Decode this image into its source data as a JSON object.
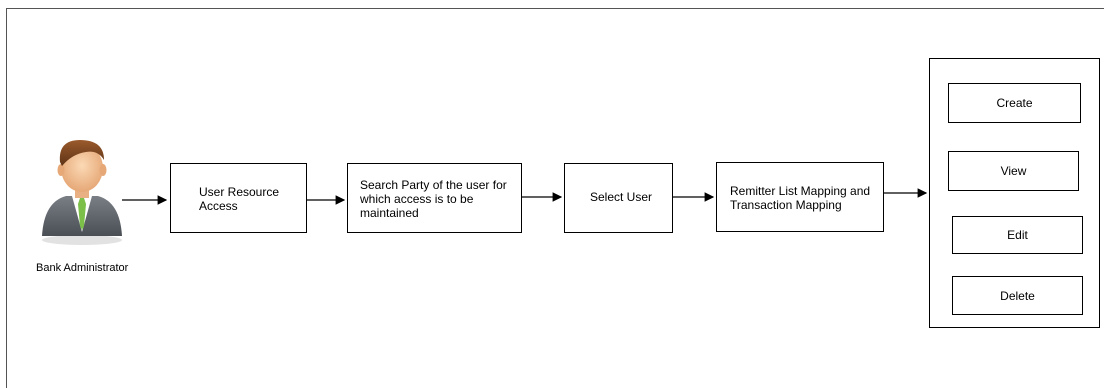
{
  "actor": {
    "label": "Bank Administrator",
    "icon": "user-avatar-icon"
  },
  "steps": [
    {
      "label": "User Resource\nAccess"
    },
    {
      "label": "Search Party of the user for\nwhich access is to be\nmaintained"
    },
    {
      "label": "Select User"
    },
    {
      "label": "Remitter List Mapping and\nTransaction Mapping"
    }
  ],
  "actions": [
    {
      "label": "Create"
    },
    {
      "label": "View"
    },
    {
      "label": "Edit"
    },
    {
      "label": "Delete"
    }
  ]
}
